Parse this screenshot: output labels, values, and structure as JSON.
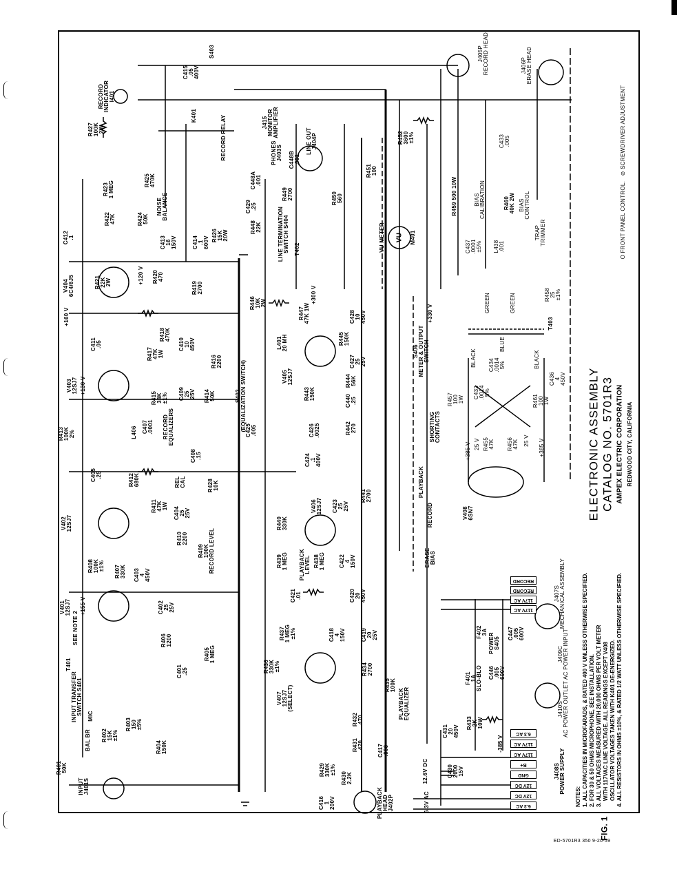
{
  "title": {
    "line1": "ELECTRONIC ASSEMBLY",
    "line2": "CATALOG NO. 5701R3",
    "company": "AMPEX ELECTRIC CORPORATION",
    "city": "REDWOOD CITY, CALIFORNIA"
  },
  "figure": "FIG. 1",
  "drawing_number": "ED-5701R3 350 9-20-59",
  "legend": "O FRONT PANEL CONTROL.   ⊘ SCREWDRIVER ADJUSTMENT",
  "connectors": {
    "j408s": "J408S\nPOWER SUPPLY",
    "j410s": "J410S\nAC POWER OUTLET",
    "j409c": "J409C\nAC POWER INPUT",
    "j407s": "J407S\nMECHANICAL ASSEMBLY",
    "j408_pins": [
      "117V AC",
      "117V AC",
      "B+",
      "GND",
      "12V DC",
      "12V DC",
      "6.3 AC",
      "6.3 AC"
    ],
    "j407_pins": [
      "RECORD",
      "RECORD",
      "117V AC",
      "117V AC"
    ]
  },
  "notes": {
    "heading": "NOTES:",
    "items": [
      "1. ALL CAPACITIES IN MICROFARADS, & RATED 400 V UNLESS OTHERWISE SPECIFIED.",
      "2. FOR 30 & 50 OHMS MICROPHONE, SEE INSTALLATION.",
      "3. ALL VOLTAGES MEASURED WITH 20,000 OHMS PER VOLT METER\n    WITH 117VAC LINE VOLTAGE. ALL READINGS EXCEPT V408\n    OSCILLATOR VOLTAGES TAKEN WITH K401 DE-ENERGIZED.",
      "4. ALL RESISTORS IN OHMS ±10%, & RATED 1/2 WATT UNLESS OTHERWISE SPECIFIED."
    ]
  },
  "labels": {
    "record_indicator": "RECORD\nINDICATOR\nI401",
    "r427": "R427\n100K\n2W",
    "c415": "C415\n.05\n400V",
    "s403": "S403",
    "k401": "K401",
    "record_relay": "RECORD RELAY",
    "r423": "R423\n1 MEG",
    "r422": "R422\n47K",
    "r425": "R425\n470K",
    "r424": "R424\n50K",
    "noise_balance": "NOISE\nBALANCE",
    "c412": "C412\n.1",
    "c413": "C413\n16\n150V",
    "c414": "C414\n.1\n600V",
    "r426": "R426\n15K\n20W",
    "v404": "V404\n6C4/6J5",
    "r421": "R421\n22K\n2W",
    "r420": "R420\n470",
    "r419": "R419\n2700",
    "c411": "C411\n.05",
    "r418": "R418\n470K",
    "r417": "R417\n47K\n1W",
    "c410": "C410\n10\n450V",
    "r416": "R416\n2200",
    "v403": "V403\n12SJ7",
    "c409": "C409\n25\n25V",
    "r415": "R415\n33K\n±1%",
    "r414": "R414\n50K",
    "r413": "R413\n100K\n2%",
    "l406": "L406",
    "c407": "C407\n.0001",
    "record_equalizers": "RECORD\nEQUALIZERS",
    "c408": "C408\n.15",
    "s402": "S402\n(EQUALIZATION SWITCH)",
    "c405": "C405\n.25",
    "r412": "R412\n680K",
    "rel_cal": "REL\nCAL",
    "r428": "R428\n10K",
    "v402": "V402\n12SJ7",
    "r411": "R411\n47K\n1W",
    "c404": "C404\n25\n25V",
    "r410": "R410\n2200",
    "r409": "R409\n100K\nRECORD LEVEL",
    "r408": "R408\n100K\n±1%",
    "r407": "R407\n330K",
    "c403": "C403\n4\n450V",
    "v401": "V401\n12SJ7",
    "c402": "C402\n25\n25V",
    "r406": "R406\n1200",
    "c401": "C401\n.25",
    "r405": "R405\n1 MEG",
    "t401": "T401",
    "see_note": "SEE NOTE 2",
    "input_transfer": "INPUT TRANSFER\nSWITCH S401",
    "mic": "MIC",
    "bal_br": "BAL BR",
    "r402": "R402\n15K\n±1%",
    "r403": "R403\n150\n±5%",
    "r404": "R404\n150K",
    "r401": "R401\n50K",
    "input_jack": "INPUT\nJ401S",
    "j415": "J415\nMONITOR\nAMPLIFIER",
    "phones": "PHONES\nJ403S",
    "c448b": "C448B\n.001",
    "c448a": "C448A\n.001",
    "r449": "R449\n2700",
    "line_out": "LINE OUT\nJ404P",
    "r451": "R451\n100",
    "r450": "R450\n560",
    "r452": "R452\n3600\n±1%",
    "c429": "C429\n.25",
    "r448": "R448\n22K",
    "line_termination": "LINE TERMINATION\nSWITCH S404",
    "t402": "T402",
    "vu_meter": "VU METER",
    "vu": "VU",
    "m401": "M401",
    "r446": "R446\n10K\n2W",
    "r447": "R447\n47K 1W",
    "c428": "C428\n10\n450V",
    "v405": "V405\n12SJ7",
    "r445": "R445\n150K",
    "c427": "C427\n25\n25V",
    "r444": "R444\n56K",
    "r443": "R443\n150K",
    "l401": "L401\n20 MH",
    "c440": "C440\n.25",
    "r442": "R442\n270",
    "c426": "C426\n.0025",
    "c425": "C425\n.005",
    "c424": "C424\n.1\n400V",
    "s406": "S406\nMETER & OUTPUT\nSWITCH",
    "shorting": "SHORTING\nCONTACTS",
    "playback": "PLAYBACK",
    "record": "RECORD",
    "erase_bias": "ERASE\nBIAS",
    "v406": "V406\n12SJ7",
    "c423": "C423\n25\n25V",
    "r441": "R441\n2700",
    "r440": "R440\n330K",
    "r439": "R439\n1 MEG",
    "playback_level": "PLAYBACK\nLEVEL",
    "r438": "R438\n1 MEG",
    "c422": "C422\n4\n150V",
    "c421": "C421\n.01",
    "c420": "C420\n20\n450V",
    "r437": "R437\n1 MEG\n±1%",
    "c418": "C418\n4\n150V",
    "c419": "C419\n20\n25V",
    "v407": "V407\n12SJ7\n(SELECT)",
    "r436": "R436\n330K\n±1%",
    "r434": "R434\n2700",
    "r432": "R432\n470",
    "r435": "R435\n100K",
    "playback_equalizer": "PLAYBACK\nEQUALIZER",
    "r431": "R431\n470",
    "r429": "R429\n330K\n±1%",
    "r430": "R430\n2.2K",
    "c417": "C417\n.006",
    "c416": "C416\n1\n200V",
    "playback_head": "PLAYBACK\nHEAD\nJ402P",
    "record_head": "J405P\nRECORD HEAD",
    "erase_head": "J406P\nERASE HEAD",
    "c433": "C433\n.005",
    "r459": "R459 500 10W",
    "bias_calibration": "BIAS\nCALIBRATION",
    "r460": "R460\n40K 2W",
    "bias_control": "BIAS\nCONTROL",
    "c437": "C437\n.0001\n±5%",
    "l438": "L438\n.001",
    "trap_trimmer": "TRAP\nTRIMMER",
    "r458": "R458\n25\n±1%",
    "green1": "GREEN",
    "green2": "GREEN",
    "t403": "T403",
    "blue": "BLUE",
    "black1": "BLACK",
    "black2": "BLACK",
    "c436": "C436\n4\n450V",
    "c432": "C432\n.0014\n5%",
    "c434": "C434\n.0014\n5%",
    "r457": "R457\n100\n1W",
    "r461": "R461\n100\n1W",
    "r455": "R455\n47K",
    "r456": "R456\n47K",
    "v25a": "25 V",
    "v25b": "25 V",
    "v385a": "+385 V",
    "v385b": "+385 V",
    "v408": "V408\n6SN7",
    "f402": "F402\n3A",
    "power_switch": "POWER\nS405",
    "f401": "F401\n1A\nSLO-BLO",
    "c447": "C447\n.005\n600V",
    "c446": "C446\n.005\n600V",
    "r433": "R433\n2K\n10W",
    "c431": "C431\n20\n450V",
    "minus385": "-385 V",
    "c430": "C430\n2000\n15V",
    "dc": "12.6V DC",
    "ac": "6.3V AC",
    "v_plus300": "+300 V",
    "v_plus330": "+330 V",
    "v_plus160": "+160 V",
    "v_plus130": "+130 V",
    "v_plus155": "+155 V",
    "v_plus120": "+120 V"
  }
}
